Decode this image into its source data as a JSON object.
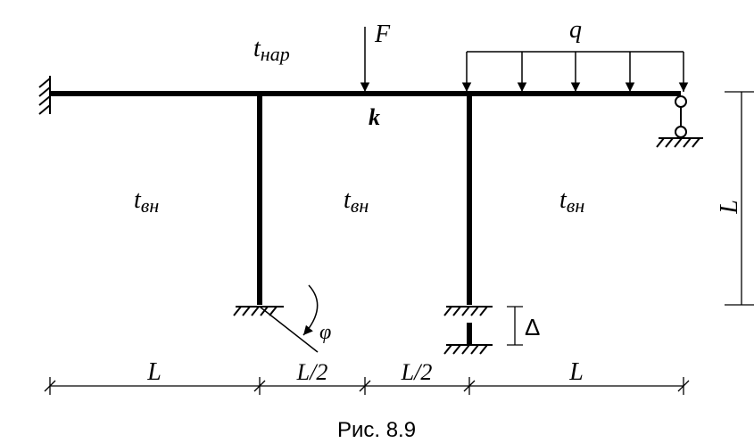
{
  "labels": {
    "t_outer": "t",
    "t_outer_sub": "нар",
    "force": "F",
    "load": "q",
    "point_k": "k",
    "t_inner_sub": "вн",
    "t_inner": "t",
    "height": "L",
    "angle": "φ",
    "settlement": "Δ"
  },
  "dimensions": {
    "seg1": "L",
    "seg2": "L/2",
    "seg3": "L/2",
    "seg4": "L"
  },
  "caption": "Рис. 8.9"
}
